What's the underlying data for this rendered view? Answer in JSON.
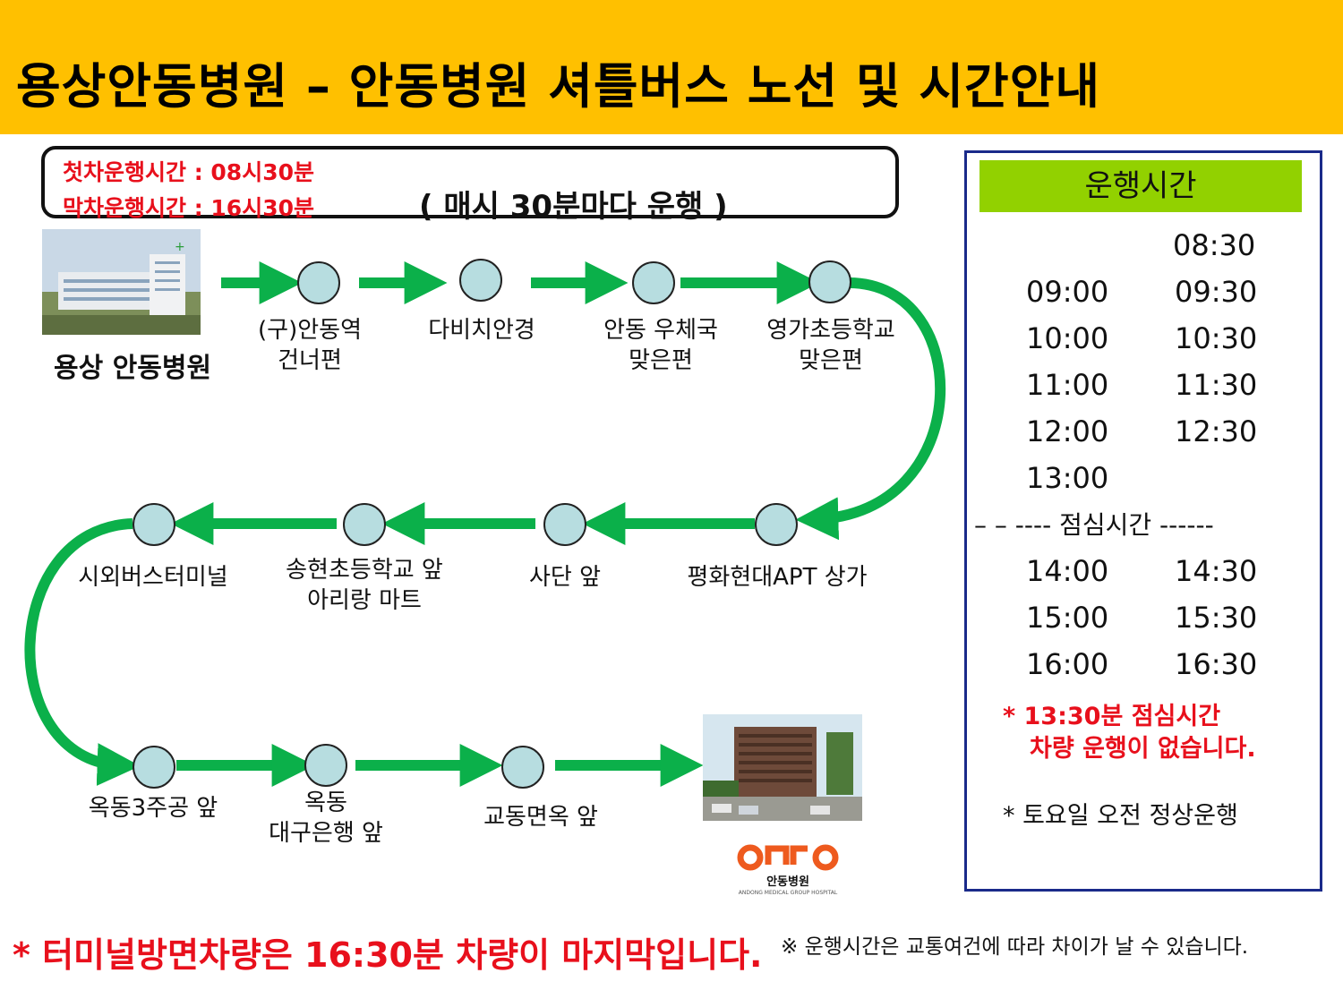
{
  "title": "용상안동병원 – 안동병원  셔틀버스 노선 및 시간안내",
  "info": {
    "first": "첫차운행시간  :  08시30분",
    "last": "막차운행시간   : 16시30분",
    "interval": "( 매시 30분마다 운행 )"
  },
  "origin_label": "용상 안동병원",
  "stops": [
    {
      "line1": "(구)안동역",
      "line2": "건너편"
    },
    {
      "line1": "다비치안경",
      "line2": ""
    },
    {
      "line1": "안동 우체국",
      "line2": "맞은편"
    },
    {
      "line1": "영가초등학교",
      "line2": "맞은편"
    },
    {
      "line1": "평화현대APT 상가",
      "line2": ""
    },
    {
      "line1": "사단 앞",
      "line2": ""
    },
    {
      "line1": "송현초등학교 앞",
      "line2": "아리랑 마트"
    },
    {
      "line1": "시외버스터미널",
      "line2": ""
    },
    {
      "line1": "옥동3주공 앞",
      "line2": ""
    },
    {
      "line1": "옥동",
      "line2": "대구은행 앞"
    },
    {
      "line1": "교동면옥 앞",
      "line2": ""
    }
  ],
  "dest_logo_text": "안동병원",
  "dest_logo_sub": "ANDONG MEDICAL GROUP HOSPITAL",
  "schedule": {
    "title": "운행시간",
    "morning": [
      [
        "",
        "08:30"
      ],
      [
        "09:00",
        "09:30"
      ],
      [
        "10:00",
        "10:30"
      ],
      [
        "11:00",
        "11:30"
      ],
      [
        "12:00",
        "12:30"
      ],
      [
        "13:00",
        ""
      ]
    ],
    "lunch": "– – ---- 점심시간 ------",
    "afternoon": [
      [
        "14:00",
        "14:30"
      ],
      [
        "15:00",
        "15:30"
      ],
      [
        "16:00",
        "16:30"
      ]
    ],
    "note_lunch_1": "* 13:30분 점심시간",
    "note_lunch_2": "차량 운행이 없습니다.",
    "note_sat": "* 토요일 오전 정상운행"
  },
  "footer": {
    "warning": "* 터미널방면차량은 16:30분 차량이 마지막입니다.",
    "note": "※ 운행시간은 교통여건에 따라 차이가 날 수 있습니다."
  },
  "colors": {
    "header": "#ffc000",
    "route": "#0bb04a",
    "stop_fill": "#b7dde0",
    "accent_red": "#e8101c",
    "schedule_title": "#92d100",
    "schedule_border": "#1a2a8a"
  }
}
